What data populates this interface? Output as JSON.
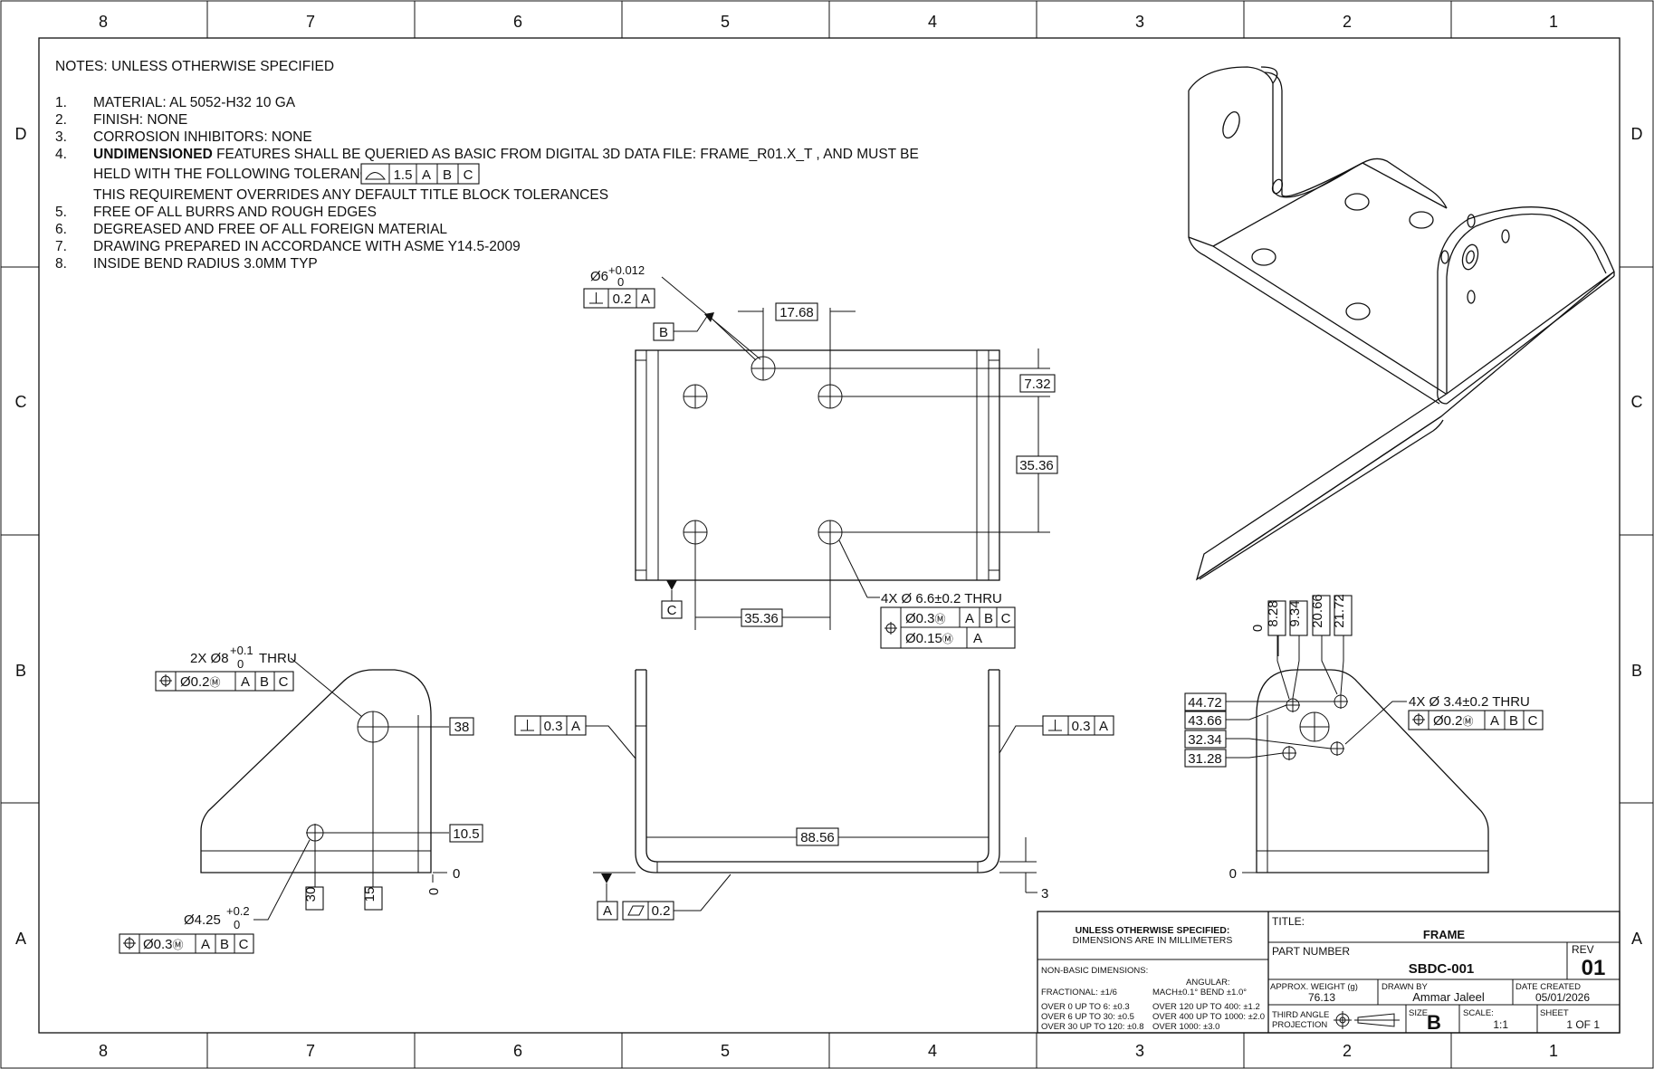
{
  "zones": {
    "columns": [
      "8",
      "7",
      "6",
      "5",
      "4",
      "3",
      "2",
      "1"
    ],
    "rows": [
      "D",
      "C",
      "B",
      "A"
    ]
  },
  "notes": {
    "heading": "NOTES: UNLESS OTHERWISE SPECIFIED",
    "items": [
      {
        "num": "1.",
        "text": "MATERIAL: AL 5052-H32 10 GA"
      },
      {
        "num": "2.",
        "text": "FINISH: NONE"
      },
      {
        "num": "3.",
        "text": "CORROSION INHIBITORS: NONE"
      },
      {
        "num": "4.",
        "bold": "UNDIMENSIONED",
        "text": " FEATURES SHALL BE QUERIED AS BASIC FROM DIGITAL 3D DATA FILE: FRAME_R01.X_T , AND MUST BE"
      },
      {
        "num": "",
        "text": "HELD WITH THE FOLLOWING TOLERANCE:"
      },
      {
        "num": "",
        "text": "THIS REQUIREMENT OVERRIDES ANY DEFAULT TITLE BLOCK TOLERANCES"
      },
      {
        "num": "5.",
        "text": "FREE OF ALL BURRS AND ROUGH EDGES"
      },
      {
        "num": "6.",
        "text": "DEGREASED AND FREE OF ALL FOREIGN MATERIAL"
      },
      {
        "num": "7.",
        "text": "DRAWING PREPARED IN ACCORDANCE WITH ASME Y14.5-2009"
      },
      {
        "num": "8.",
        "text": "INSIDE BEND RADIUS 3.0MM TYP"
      }
    ],
    "profile_fcf": [
      "1.5",
      "A",
      "B",
      "C"
    ]
  },
  "top_view": {
    "hole_callout": {
      "dia": "6",
      "plus": "+0.012",
      "minus": "0",
      "perp_tol": "0.2",
      "perp_datum": "A"
    },
    "datum_b": "B",
    "datum_c": "C",
    "dim_17_68": "17.68",
    "dim_7_32": "7.32",
    "dim_35_36_v": "35.36",
    "dim_35_36_h": "35.36",
    "four_x_callout": "4X",
    "four_x_size": "6.6±0.2 THRU",
    "fcf1": [
      "0.3",
      "A",
      "B",
      "C"
    ],
    "fcf2": [
      "0.15",
      "A"
    ]
  },
  "front_view": {
    "left_perp": [
      "0.3",
      "A"
    ],
    "right_perp": [
      "0.3",
      "A"
    ],
    "dim_88_56": "88.56",
    "dim_3": "3",
    "datum_a": "A",
    "flatness": "0.2"
  },
  "left_view": {
    "callout_prefix": "2X",
    "dia": "8",
    "plus": "+0.1",
    "minus": "0",
    "suffix": "THRU",
    "fcf": [
      "0.2",
      "A",
      "B",
      "C"
    ],
    "ord_38": "38",
    "ord_10_5": "10.5",
    "ord_0_right": "0",
    "ord_0_bottom": "0",
    "ord_30": "30",
    "ord_15": "15",
    "small_dia": "4.25",
    "small_plus": "+0.2",
    "small_minus": "0",
    "small_fcf": [
      "0.3",
      "A",
      "B",
      "C"
    ]
  },
  "right_view": {
    "ord_zero_top": "0",
    "ord_8_28": "8.28",
    "ord_9_34": "9.34",
    "ord_20_66": "20.66",
    "ord_21_72": "21.72",
    "ord_44_72": "44.72",
    "ord_43_66": "43.66",
    "ord_32_34": "32.34",
    "ord_31_28": "31.28",
    "ord_zero_left": "0",
    "four_x": "4X",
    "four_x_size": "3.4±0.2 THRU",
    "fcf": [
      "0.2",
      "A",
      "B",
      "C"
    ]
  },
  "title_block": {
    "unless_line1": "UNLESS OTHERWISE SPECIFIED:",
    "unless_line2": "DIMENSIONS ARE IN MILLIMETERS",
    "non_basic": "NON-BASIC DIMENSIONS:",
    "angular_label": "ANGULAR:",
    "fractional": "FRACTIONAL: ±1/6",
    "mach_bend": "MACH±0.1°  BEND ±1.0°",
    "tol1": "OVER 0 UP TO 6: ±0.3",
    "tol2": "OVER 6 UP TO 30: ±0.5",
    "tol3": "OVER 30 UP TO 120: ±0.8",
    "tol4": "OVER 120 UP TO 400: ±1.2",
    "tol5": "OVER 400 UP TO 1000: ±2.0",
    "tol6": "OVER 1000: ±3.0",
    "title_label": "TITLE:",
    "title": "FRAME",
    "part_number_label": "PART NUMBER",
    "part_number": "SBDC-001",
    "rev_label": "REV",
    "rev": "01",
    "weight_label": "APPROX. WEIGHT (g)",
    "weight": "76.13",
    "drawn_by_label": "DRAWN BY",
    "drawn_by": "Ammar Jaleel",
    "date_label": "DATE CREATED",
    "date": "05/01/2026",
    "projection_line1": "THIRD ANGLE",
    "projection_line2": "PROJECTION",
    "size_label": "SIZE",
    "size": "B",
    "scale_label": "SCALE:",
    "scale": "1:1",
    "sheet_label": "SHEET",
    "sheet": "1 OF 1"
  }
}
